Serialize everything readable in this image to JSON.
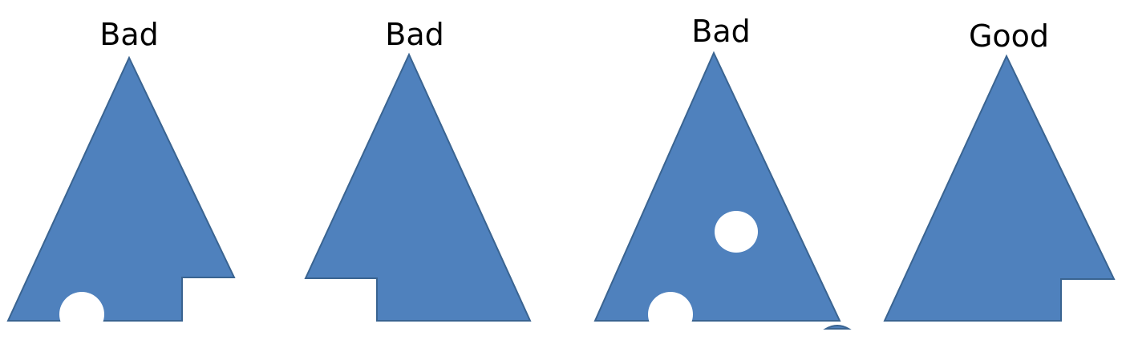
{
  "colors": {
    "shape_fill": "#4F81BD",
    "shape_stroke": "#3A6491",
    "background": "#FFFFFF",
    "label": "#000000"
  },
  "panels": [
    {
      "label": "Bad"
    },
    {
      "label": "Bad"
    },
    {
      "label": "Bad"
    },
    {
      "label": "Good"
    }
  ]
}
